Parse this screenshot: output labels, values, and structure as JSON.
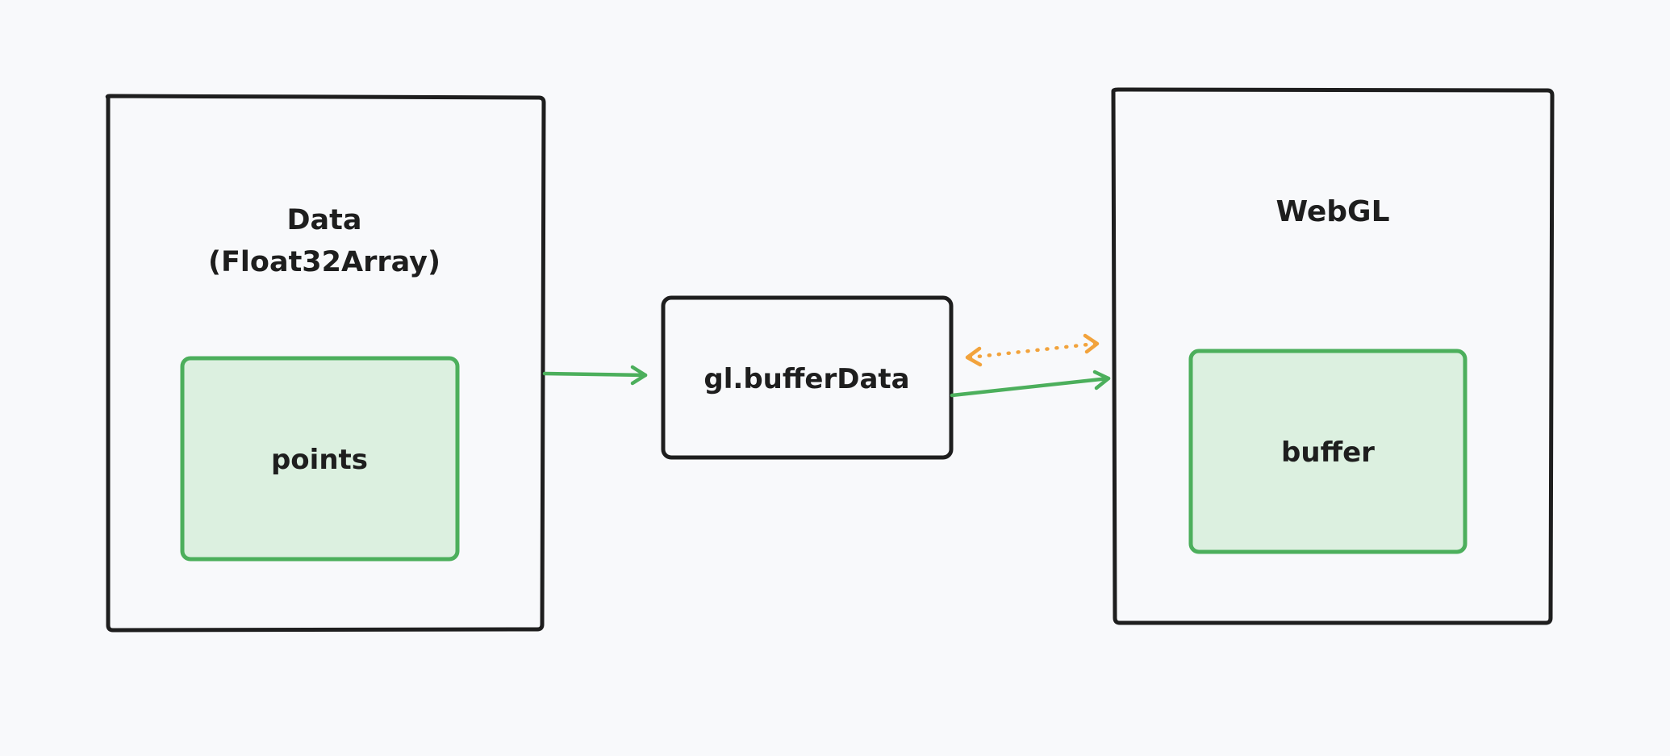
{
  "colors": {
    "background": "#f8f9fb",
    "stroke": "#1e1e1e",
    "green": "#4caf5c",
    "green_fill": "#dcf0e0",
    "orange": "#f2a33c"
  },
  "diagram": {
    "data_box": {
      "title_line1": "Data",
      "title_line2": "(Float32Array)",
      "inner_label": "points"
    },
    "process_box": {
      "label": "gl.bufferData"
    },
    "webgl_box": {
      "title": "WebGL",
      "inner_label": "buffer"
    },
    "connections": [
      {
        "from": "data_box",
        "to": "process_box",
        "style": "solid",
        "color": "green"
      },
      {
        "from": "process_box",
        "to": "webgl_box",
        "style": "solid",
        "color": "green"
      },
      {
        "from": "process_box",
        "to": "webgl_box",
        "style": "dotted",
        "color": "orange",
        "bidirectional": true
      }
    ]
  }
}
